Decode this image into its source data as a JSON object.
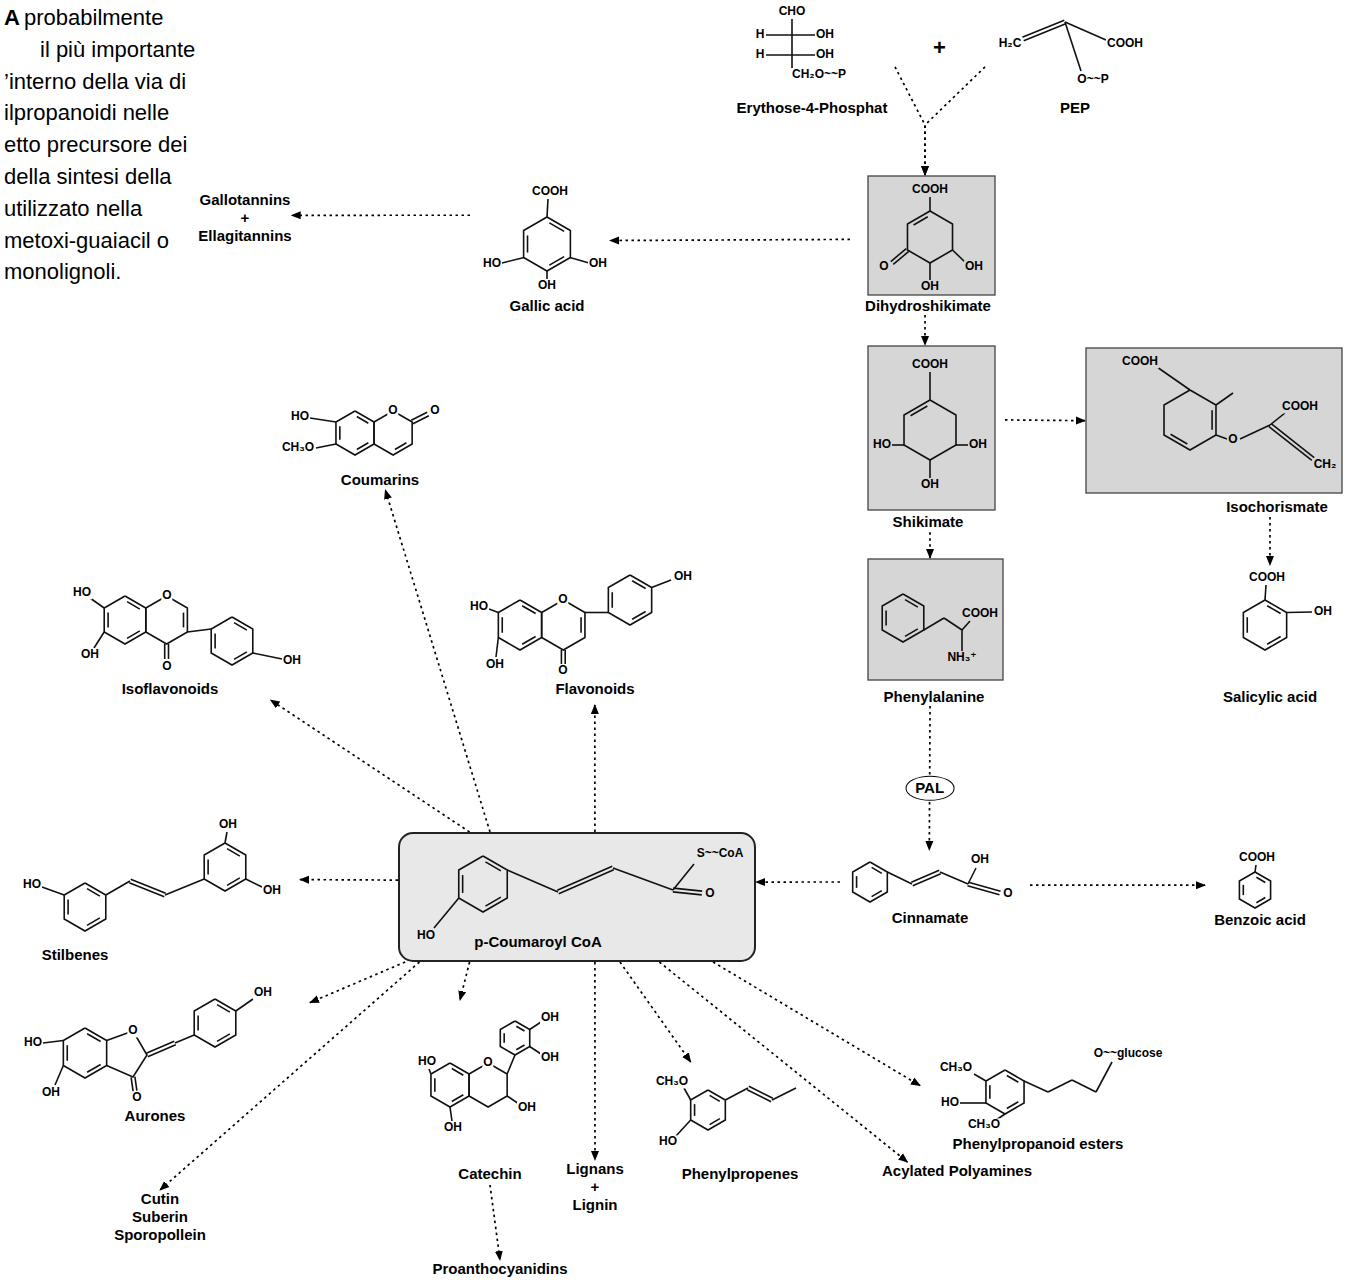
{
  "diagram": {
    "nodes": [
      {
        "text": [
          "Erythose-4-Phosphat",
          "CHO",
          "H",
          "OH",
          "H",
          "OH",
          "CH₂O~~P"
        ]
      },
      {
        "text": [
          "PEP",
          "H₂C",
          "COOH",
          "O~~P"
        ]
      },
      {
        "text": [
          "Gallotannins + Ellagitannins"
        ]
      },
      {
        "text": [
          "Gallic acid",
          "COOH",
          "HO",
          "OH",
          "OH"
        ]
      },
      {
        "text": [
          "Dihydroshikimate",
          "COOH",
          "O",
          "OH",
          "OH"
        ]
      },
      {
        "text": [
          "Coumarins",
          "HO",
          "O",
          "O",
          "CH₃O"
        ]
      },
      {
        "text": [
          "Shikimate",
          "COOH",
          "HO",
          "OH",
          "OH"
        ]
      },
      {
        "text": [
          "Isochorismate",
          "COOH",
          "COOH",
          "O",
          "CH₂"
        ]
      },
      {
        "text": [
          "Isoflavonoids",
          "HO",
          "O",
          "OH",
          "O",
          "OH"
        ]
      },
      {
        "text": [
          "Flavonoids",
          "HO",
          "O",
          "OH",
          "OH",
          "O"
        ]
      },
      {
        "text": [
          "Phenylalanine",
          "COOH",
          "NH₃⁺"
        ]
      },
      {
        "text": [
          "Salicylic acid",
          "COOH",
          "OH"
        ]
      },
      {
        "text": [
          "Stilbenes",
          "OH",
          "HO",
          "OH"
        ]
      },
      {
        "text": [
          "p-Coumaroyl CoA",
          "S~~CoA",
          "O",
          "HO"
        ]
      },
      {
        "text": [
          "Cinnamate",
          "OH",
          "O"
        ]
      },
      {
        "text": [
          "Benzoic acid",
          "COOH"
        ]
      },
      {
        "text": [
          "Aurones",
          "OH",
          "O",
          "HO",
          "OH",
          "O"
        ]
      },
      {
        "text": [
          "Phenylpropanoid esters",
          "O~~glucose",
          "CH₃O",
          "HO",
          "CH₃O"
        ]
      },
      {
        "text": [
          "Catechin",
          "OH",
          "OH",
          "HO",
          "O",
          "OH",
          "OH"
        ]
      },
      {
        "text": [
          "Lignans + Lignin"
        ]
      },
      {
        "text": [
          "Phenylpropenes",
          "CH₃O",
          "HO"
        ]
      },
      {
        "text": [
          "Acylated Polyamines"
        ]
      },
      {
        "text": [
          "Cutin Suberin Sporopollein"
        ]
      },
      {
        "text": [
          "Proanthocyanidins"
        ]
      }
    ],
    "edges": [
      {
        "from": 0,
        "to": 4,
        "arrow": "to"
      },
      {
        "from": 1,
        "to": 4,
        "arrow": "to"
      },
      {
        "from": 4,
        "to": 3,
        "arrow": "to"
      },
      {
        "from": 3,
        "to": 2,
        "arrow": "to"
      },
      {
        "from": 4,
        "to": 6,
        "arrow": "to"
      },
      {
        "from": 6,
        "to": 7,
        "arrow": "to"
      },
      {
        "from": 7,
        "to": 11,
        "arrow": "to"
      },
      {
        "from": 6,
        "to": 10,
        "arrow": "to"
      },
      {
        "from": 10,
        "to": 14,
        "label": "PAL",
        "arrow": "to"
      },
      {
        "from": 14,
        "to": 15,
        "arrow": "to"
      },
      {
        "from": 14,
        "to": 13,
        "arrow": "to"
      },
      {
        "from": 13,
        "to": 5,
        "arrow": "to"
      },
      {
        "from": 13,
        "to": 8,
        "arrow": "to"
      },
      {
        "from": 13,
        "to": 9,
        "arrow": "to"
      },
      {
        "from": 13,
        "to": 12,
        "arrow": "to"
      },
      {
        "from": 13,
        "to": 16,
        "arrow": "to"
      },
      {
        "from": 13,
        "to": 22,
        "arrow": "to"
      },
      {
        "from": 13,
        "to": 18,
        "arrow": "to"
      },
      {
        "from": 13,
        "to": 19,
        "arrow": "to"
      },
      {
        "from": 13,
        "to": 20,
        "arrow": "to"
      },
      {
        "from": 13,
        "to": 21,
        "arrow": "to"
      },
      {
        "from": 13,
        "to": 17,
        "arrow": "to"
      },
      {
        "from": 18,
        "to": 23,
        "arrow": "to"
      }
    ],
    "labels": [
      "A",
      "probabilmente",
      "il più importante",
      "’interno della via di",
      "ilpropanoidi nelle",
      "etto precursore dei",
      "della sintesi della",
      "utilizzato nella",
      "metoxi-guaiacil o",
      "monolignoli.",
      "+"
    ]
  }
}
